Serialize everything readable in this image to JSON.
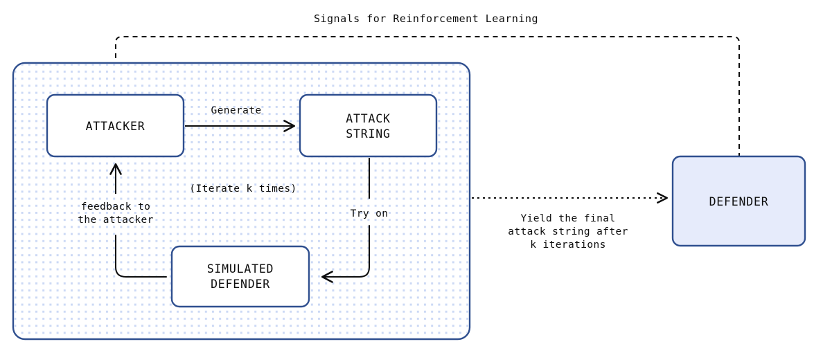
{
  "diagram": {
    "title": "Signals for Reinforcement Learning",
    "colors": {
      "box_border": "#2f4f8f",
      "box_fill": "#ffffff",
      "defender_fill": "#e6ebfb",
      "container_border": "#2f4f8f",
      "container_fill": "#ffffff",
      "dot_pattern": "#ccd9f5",
      "arrow_solid": "#0d0d0d",
      "arrow_dashed": "#0d0d0d",
      "text": "#0d0d0d"
    },
    "container": {
      "name": "iteration-loop-container",
      "note": "(Iterate k times)"
    },
    "nodes": [
      {
        "id": "attacker",
        "label": "ATTACKER",
        "lines": [
          "ATTACKER"
        ]
      },
      {
        "id": "attack-string",
        "label": "ATTACK STRING",
        "lines": [
          "ATTACK",
          "STRING"
        ]
      },
      {
        "id": "simulated-defender",
        "label": "SIMULATED DEFENDER",
        "lines": [
          "SIMULATED",
          "DEFENDER"
        ]
      },
      {
        "id": "defender",
        "label": "DEFENDER",
        "lines": [
          "DEFENDER"
        ]
      }
    ],
    "edges": [
      {
        "id": "generate",
        "label": "Generate",
        "lines": [
          "Generate"
        ],
        "style": "solid",
        "from": "attacker",
        "to": "attack-string"
      },
      {
        "id": "try-on",
        "label": "Try on",
        "lines": [
          "Try on"
        ],
        "style": "solid",
        "from": "attack-string",
        "to": "simulated-defender"
      },
      {
        "id": "feedback",
        "label": "feedback to the attacker",
        "lines": [
          "feedback to",
          "the attacker"
        ],
        "style": "solid",
        "from": "simulated-defender",
        "to": "attacker"
      },
      {
        "id": "yield-final",
        "label": "Yield the final attack string after k iterations",
        "lines": [
          "Yield the final",
          "attack string after",
          "k iterations"
        ],
        "style": "dotted",
        "from": "iteration-loop-container",
        "to": "defender"
      },
      {
        "id": "rl-signals",
        "label": "Signals for Reinforcement Learning",
        "lines": [
          "Signals for Reinforcement Learning"
        ],
        "style": "dashed",
        "from": "defender",
        "to": "iteration-loop-container"
      }
    ]
  }
}
